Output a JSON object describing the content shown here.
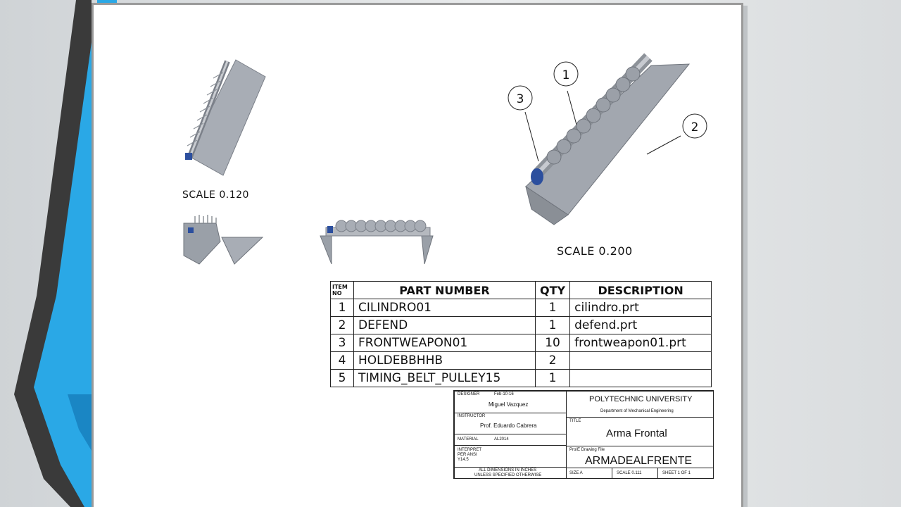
{
  "drawing": {
    "scale_top_left": "SCALE  0.120",
    "scale_right": "SCALE  0.200",
    "balloons": [
      "1",
      "2",
      "3"
    ]
  },
  "bom": {
    "headers": {
      "item_no": "ITEM NO",
      "part_number": "PART NUMBER",
      "qty": "QTY",
      "description": "DESCRIPTION"
    },
    "rows": [
      {
        "item": "1",
        "part": "CILINDRO01",
        "qty": "1",
        "desc": "cilindro.prt"
      },
      {
        "item": "2",
        "part": "DEFEND",
        "qty": "1",
        "desc": "defend.prt"
      },
      {
        "item": "3",
        "part": "FRONTWEAPON01",
        "qty": "10",
        "desc": "frontweapon01.prt"
      },
      {
        "item": "4",
        "part": "HOLDEBBHHB",
        "qty": "2",
        "desc": ""
      },
      {
        "item": "5",
        "part": "TIMING_BELT_PULLEY15",
        "qty": "1",
        "desc": ""
      }
    ]
  },
  "title_block": {
    "designer_label": "DESIGNER",
    "designer_date": "Feb-10-16",
    "designer_name": "Miguel Vazquez",
    "instructor_label": "INSTRUCTOR",
    "instructor_name": "Prof. Eduardo Cabrera",
    "material_label": "MATERIAL",
    "material_value": "AL2014",
    "interpret": "INTERPRET PER ANSI Y14.5",
    "dimensions_note_1": "ALL DIMENSIONS IN INCHES",
    "dimensions_note_2": "UNLESS SPECIFIED OTHERWISE",
    "university": "POLYTECHNIC UNIVERSITY",
    "department": "Department of Mechanical Engineering",
    "title_label": "TITLE",
    "title_value": "Arma Frontal",
    "file_label": "Pro/E Drawing File",
    "file_value": "ARMADEALFRENTE",
    "size": "SIZE A",
    "scale": "SCALE 0.111",
    "sheet": "SHEET 1 OF 1"
  },
  "colors": {
    "slide_blue": "#2aa8e6",
    "slide_dark": "#3a3a3a",
    "part_grey": "#9aa0a8",
    "part_blue": "#2c4f9e"
  }
}
